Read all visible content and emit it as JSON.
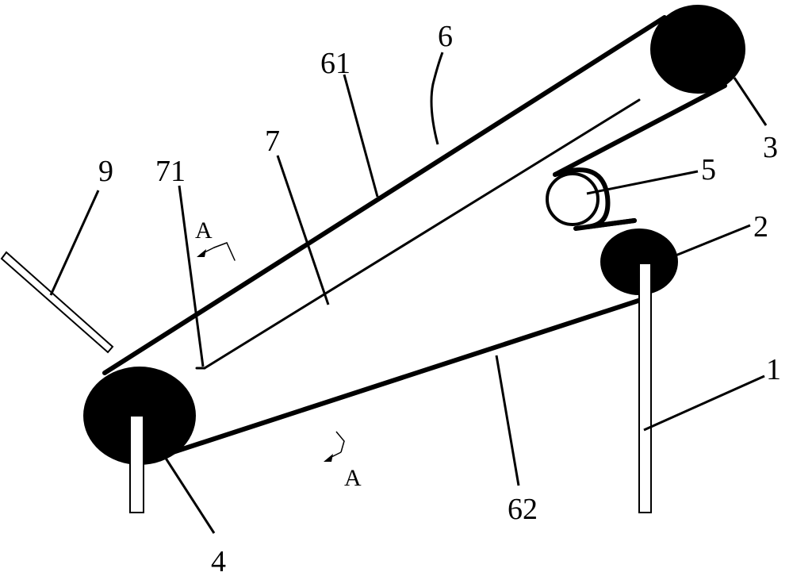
{
  "labels": {
    "l1": "1",
    "l2": "2",
    "l3": "3",
    "l4": "4",
    "l5": "5",
    "l6": "6",
    "l61": "61",
    "l62": "62",
    "l7": "7",
    "l71": "71",
    "l9": "9",
    "section_top": "A",
    "section_bottom": "A"
  },
  "colors": {
    "ink": "#000000",
    "background": "#ffffff"
  }
}
